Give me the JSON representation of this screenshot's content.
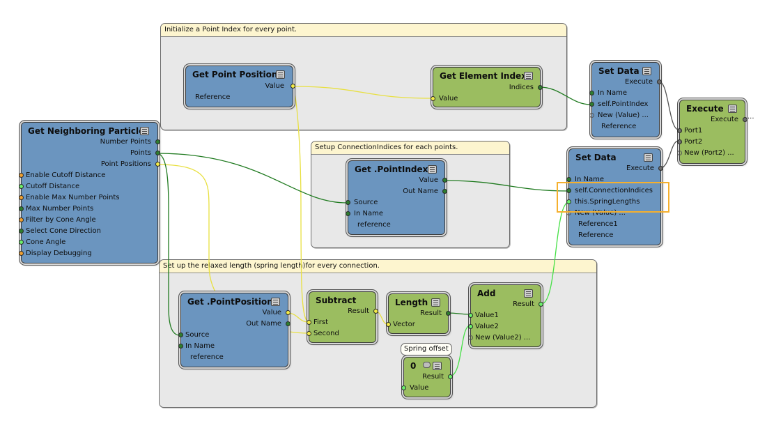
{
  "comments": {
    "c1": "Initialize a Point Index for every point.",
    "c2": "Setup ConnectionIndices for each points.",
    "c3": "Set up the relaxed length (spring length)for every connection."
  },
  "nodes": {
    "get_point_position": {
      "title": "Get Point Position",
      "value": "Value",
      "reference": "Reference"
    },
    "get_element_index": {
      "title": "Get Element Index",
      "indices": "Indices",
      "value": "Value"
    },
    "set_data_1": {
      "title": "Set Data",
      "execute": "Execute",
      "in_name": "In Name",
      "self_point_index": "self.PointIndex",
      "new_value": "New (Value) ...",
      "reference": "Reference"
    },
    "execute": {
      "title": "Execute",
      "execute": "Execute",
      "port1": "Port1",
      "port2": "Port2",
      "new_port2": "New (Port2) ...",
      "ellipsis": "···"
    },
    "get_neighboring_particles": {
      "title": "Get Neighboring Particles",
      "outputs": [
        "Number Points",
        "Points",
        "Point Positions"
      ],
      "inputs": [
        "Enable Cutoff Distance",
        "Cutoff Distance",
        "Enable Max Number Points",
        "Max Number Points",
        "Filter by Cone Angle",
        "Select Cone Direction",
        "Cone Angle",
        "Display Debugging"
      ]
    },
    "get_point_index": {
      "title": "Get .PointIndex",
      "value": "Value",
      "out_name": "Out Name",
      "source": "Source",
      "in_name": "In Name",
      "reference": "reference"
    },
    "set_data_2": {
      "title": "Set Data",
      "execute": "Execute",
      "in_name": "In Name",
      "self_connection_indices": "self.ConnectionIndices",
      "this_spring_lengths": "this.SpringLengths",
      "new_value": "New (Value) ...",
      "reference1": "Reference1",
      "reference": "Reference"
    },
    "get_point_position_2": {
      "title": "Get .PointPosition",
      "value": "Value",
      "out_name": "Out Name",
      "source": "Source",
      "in_name": "In Name",
      "reference": "reference"
    },
    "subtract": {
      "title": "Subtract",
      "result": "Result",
      "first": "First",
      "second": "Second"
    },
    "length": {
      "title": "Length",
      "result": "Result",
      "vector": "Vector"
    },
    "add": {
      "title": "Add",
      "result": "Result",
      "value1": "Value1",
      "value2": "Value2",
      "new_value2": "New (Value2) ..."
    },
    "scalar": {
      "title": "0",
      "result": "Result",
      "value": "Value"
    }
  },
  "bubble": {
    "spring_offset": "Spring offset"
  },
  "colors": {
    "node_blue": "#6b95bf",
    "node_green": "#9bbd60",
    "wire_dark_green": "#1f7a1f",
    "wire_light_green": "#44e044",
    "wire_yellow": "#e8e040",
    "highlight": "#f5b02e"
  }
}
